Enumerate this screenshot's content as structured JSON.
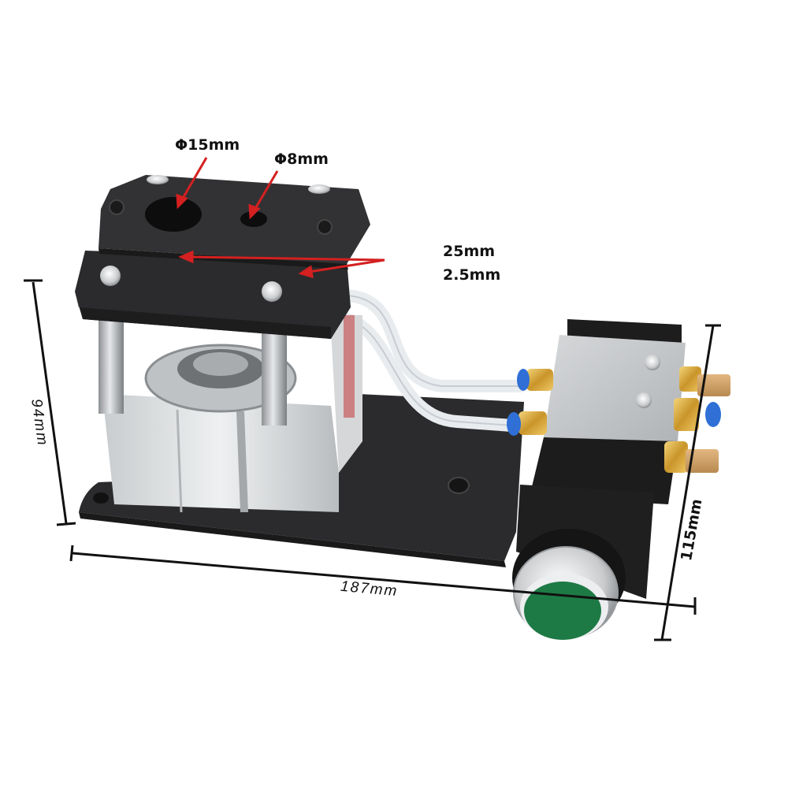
{
  "product": {
    "description": "Pneumatic crimping/punch press module with aluminum cylinder, black die plates, air tubing, brass-fitted solenoid valve with silencers, and green push button on black base plate"
  },
  "annotations": {
    "hole_large": "Φ15mm",
    "hole_small": "Φ8mm",
    "plate_width": "25mm",
    "plate_thickness": "2.5mm",
    "height": "94mm",
    "length": "187mm",
    "width": "115mm"
  },
  "colors": {
    "background": "#ffffff",
    "plate_black": "#2b2b2d",
    "aluminum": "#d9dbdd",
    "arrow_red": "#d42020",
    "button_green": "#1e7a45",
    "fitting_blue": "#2f6fd6",
    "brass": "#d9a93a",
    "dimension_line": "#111111"
  }
}
